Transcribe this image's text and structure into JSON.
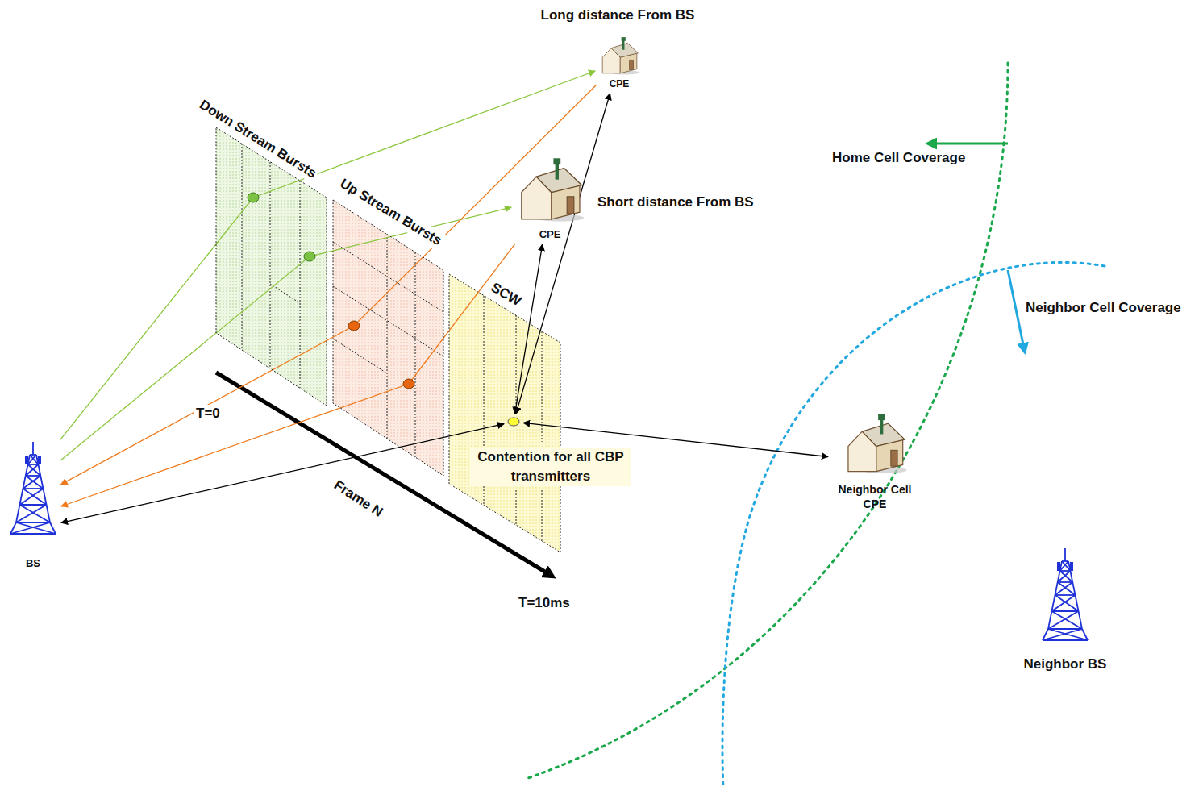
{
  "diagram": {
    "nodes": [
      {
        "text": [
          "BS"
        ]
      },
      {
        "text": [
          "CPE"
        ]
      },
      {
        "text": [
          "CPE"
        ]
      },
      {
        "text": [
          "Down Stream Bursts"
        ]
      },
      {
        "text": [
          "Up Stream Bursts"
        ]
      },
      {
        "text": [
          "SCW"
        ]
      },
      {
        "text": [
          "Contention for all CBP transmitters"
        ],
        "in": 5
      },
      {
        "text": [
          "Neighbor Cell CPE"
        ]
      },
      {
        "text": [
          "Neighbor BS"
        ]
      }
    ],
    "edges": [
      {
        "from": 0,
        "to": 1,
        "arrow": "to"
      },
      {
        "from": 0,
        "to": 2,
        "arrow": "to"
      },
      {
        "from": 1,
        "to": 0,
        "arrow": "to"
      },
      {
        "from": 2,
        "to": 0,
        "arrow": "to"
      },
      {
        "from": 6,
        "to": 0,
        "arrow": "both"
      },
      {
        "from": 6,
        "to": 2,
        "arrow": "both"
      },
      {
        "from": 6,
        "to": 1,
        "arrow": "both"
      },
      {
        "from": 6,
        "to": 7,
        "arrow": "both"
      }
    ],
    "labels": [
      "Long distance From BS",
      "Short distance From BS",
      "Home Cell Coverage",
      "Neighbor Cell Coverage",
      "T=0",
      "Frame N",
      "T=10ms"
    ]
  }
}
